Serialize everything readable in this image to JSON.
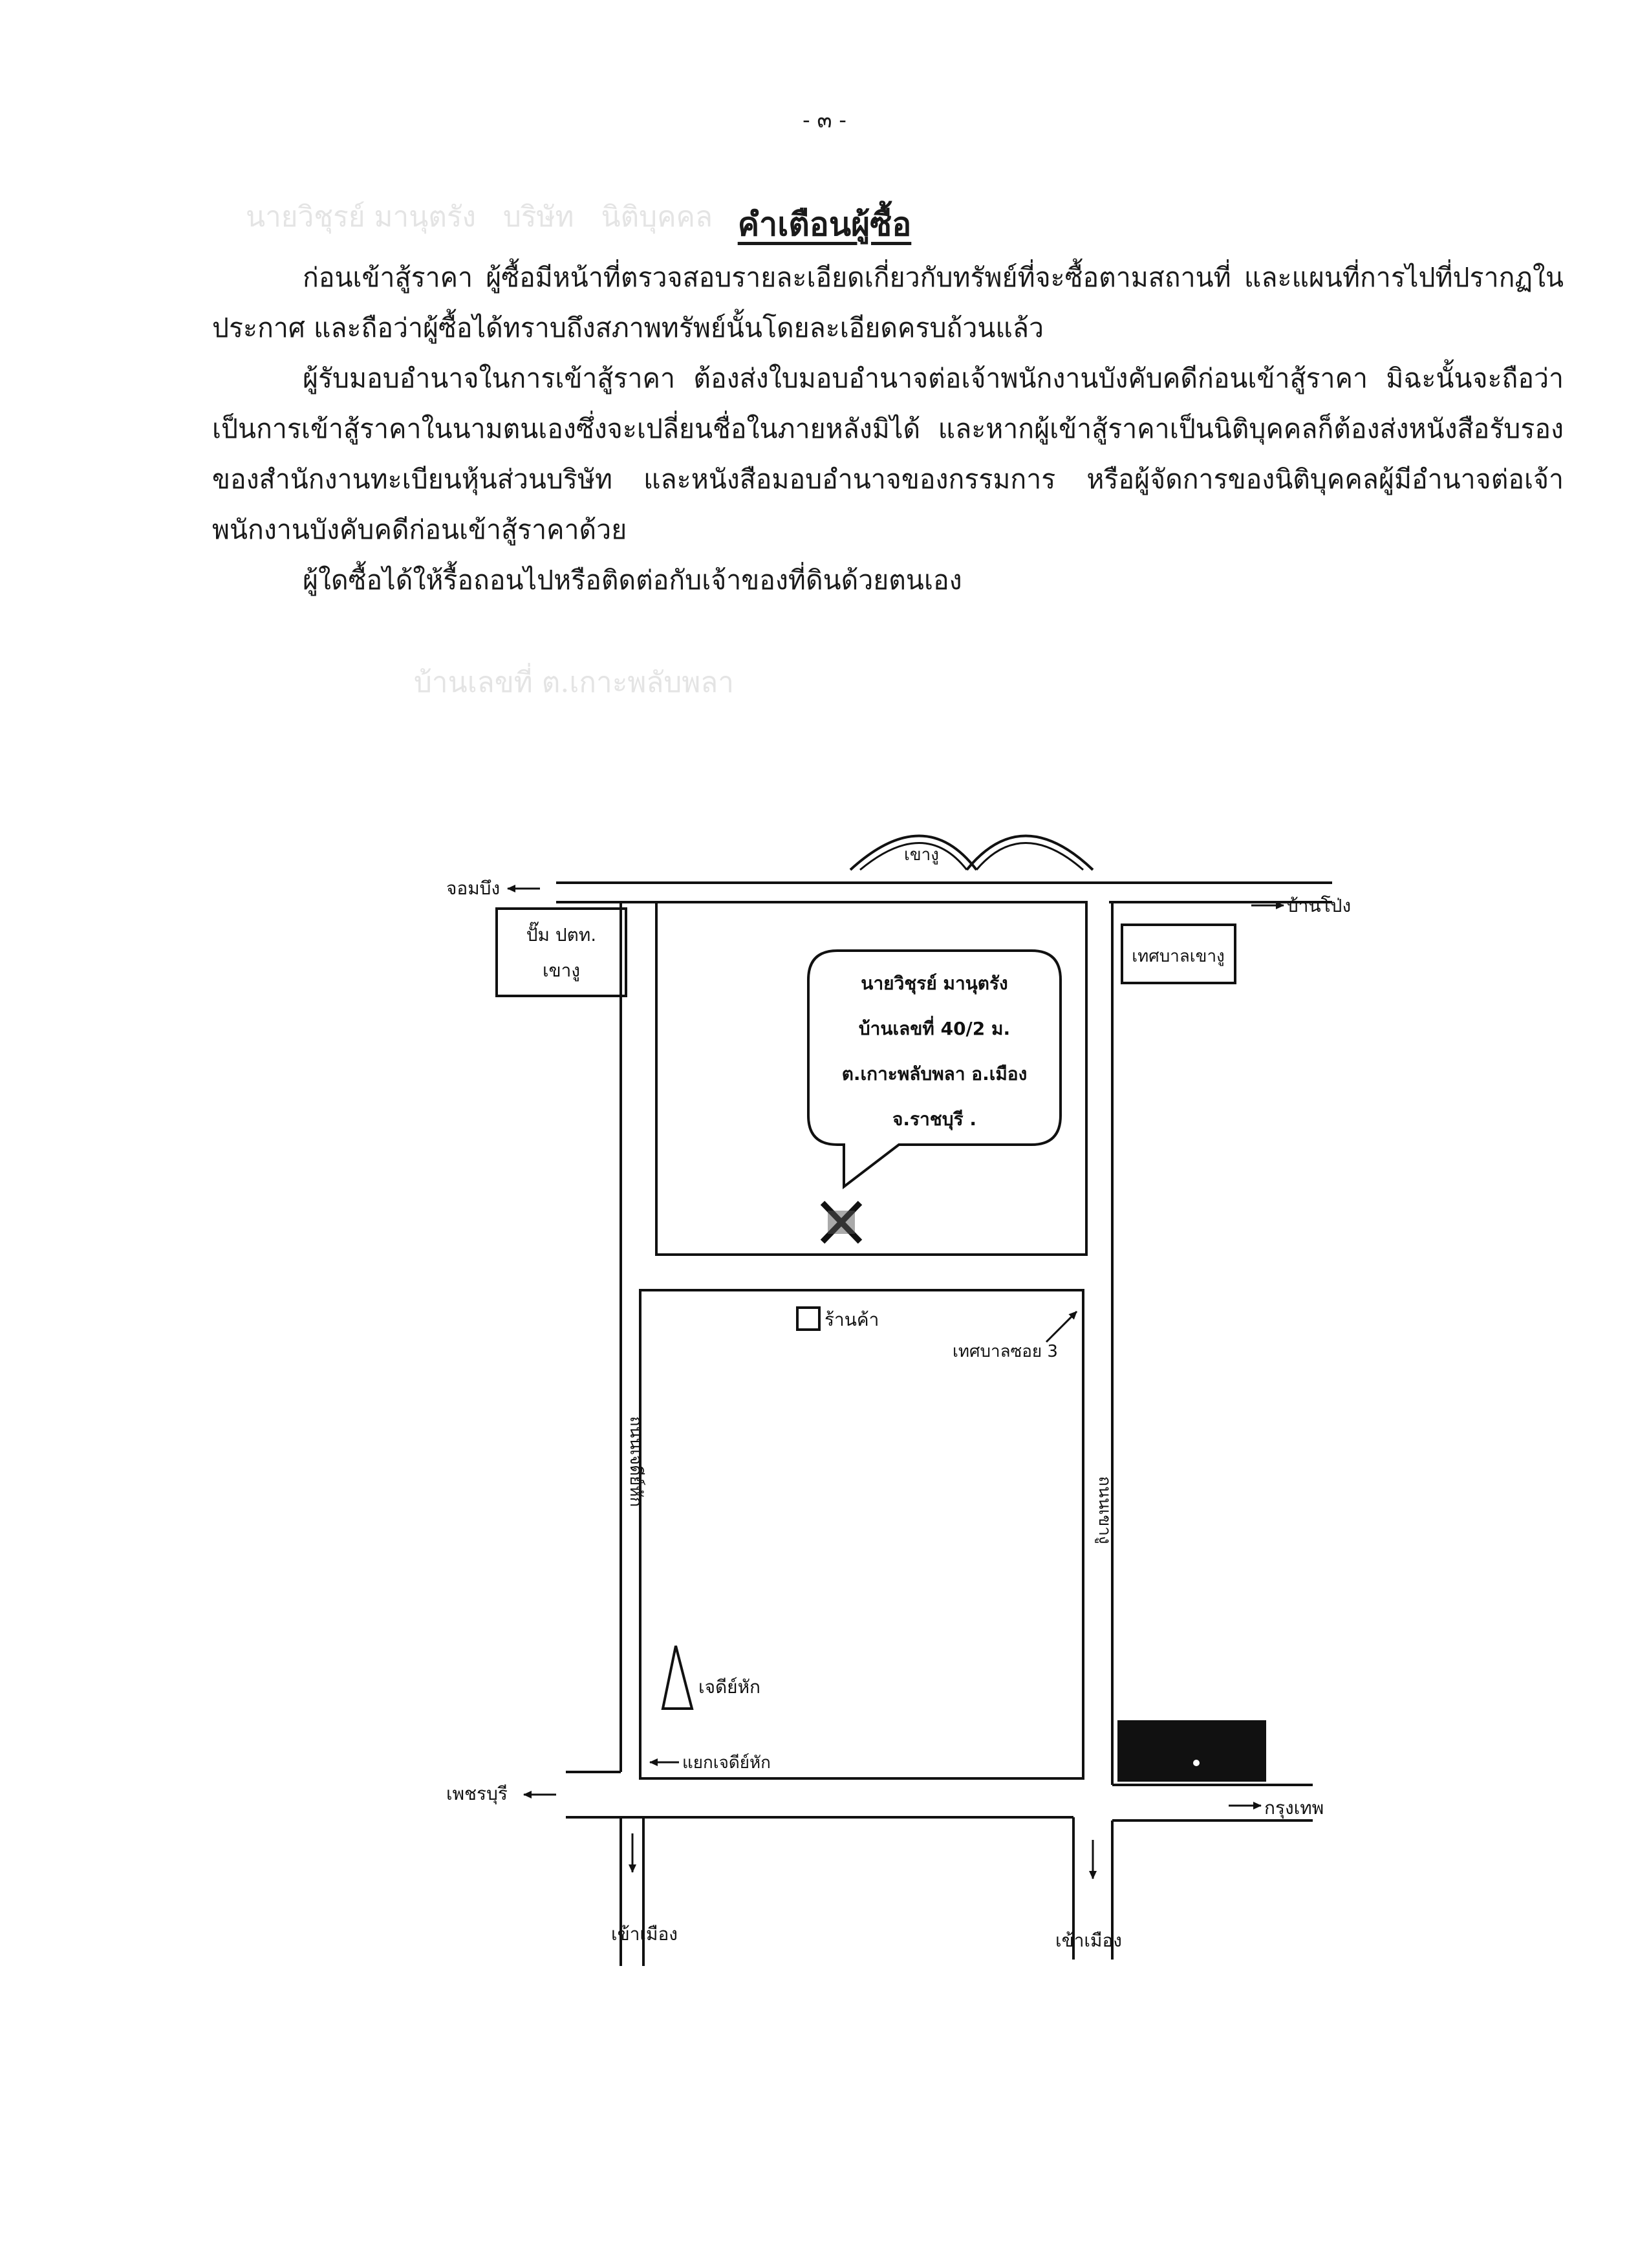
{
  "page_number": "- ๓ -",
  "title": "คำเตือนผู้ซื้อ",
  "paragraphs": [
    "ก่อนเข้าสู้ราคา ผู้ซื้อมีหน้าที่ตรวจสอบรายละเอียดเกี่ยวกับทรัพย์ที่จะซื้อตามสถานที่ และแผนที่การไปที่ปรากฏในประกาศ และถือว่าผู้ซื้อได้ทราบถึงสภาพทรัพย์นั้นโดยละเอียดครบถ้วนแล้ว",
    "ผู้รับมอบอำนาจในการเข้าสู้ราคา ต้องส่งใบมอบอำนาจต่อเจ้าพนักงานบังคับคดีก่อนเข้าสู้ราคา มิฉะนั้นจะถือว่าเป็นการเข้าสู้ราคาในนามตนเองซึ่งจะเปลี่ยนชื่อในภายหลังมิได้ และหากผู้เข้าสู้ราคาเป็นนิติบุคคลก็ต้องส่งหนังสือรับรองของสำนักงานทะเบียนหุ้นส่วนบริษัท และหนังสือมอบอำนาจของกรรมการ หรือผู้จัดการของนิติบุคคลผู้มีอำนาจต่อเจ้าพนักงานบังคับคดีก่อนเข้าสู้ราคาด้วย",
    "ผู้ใดซื้อได้ให้รื้อถอนไปหรือติดต่อกับเจ้าของที่ดินด้วยตนเอง"
  ],
  "map": {
    "labels": {
      "top_bridge": "เขางู",
      "top_left_dest": "จอมบึง",
      "top_right_dest": "บ้านโป่ง",
      "gas_station_line1": "ปั๊ม ปตท.",
      "gas_station_line2": "เขางู",
      "municipality": "เทศบาลเขางู",
      "owner_line1": "นายวิชุรย์ มานุตรัง",
      "owner_line2": "บ้านเลขที่ 40/2 ม.",
      "owner_line3": "ต.เกาะพลับพลา อ.เมือง",
      "owner_line4": "จ.ราชบุรี .",
      "shop": "ร้านค้า",
      "soi": "เทศบาลซอย 3",
      "left_road": "ถนนเจดีย์หัก",
      "right_road": "ถนนเขางู",
      "chedi": "เจดีย์หัก",
      "junction": "แยกเจดีย์หัก",
      "bottom_left_dest": "เพชรบุรี",
      "bottom_right_dest": "กรุงเทพ",
      "town_left": "เข้าเมือง",
      "town_right": "เข้าเมือง"
    }
  }
}
